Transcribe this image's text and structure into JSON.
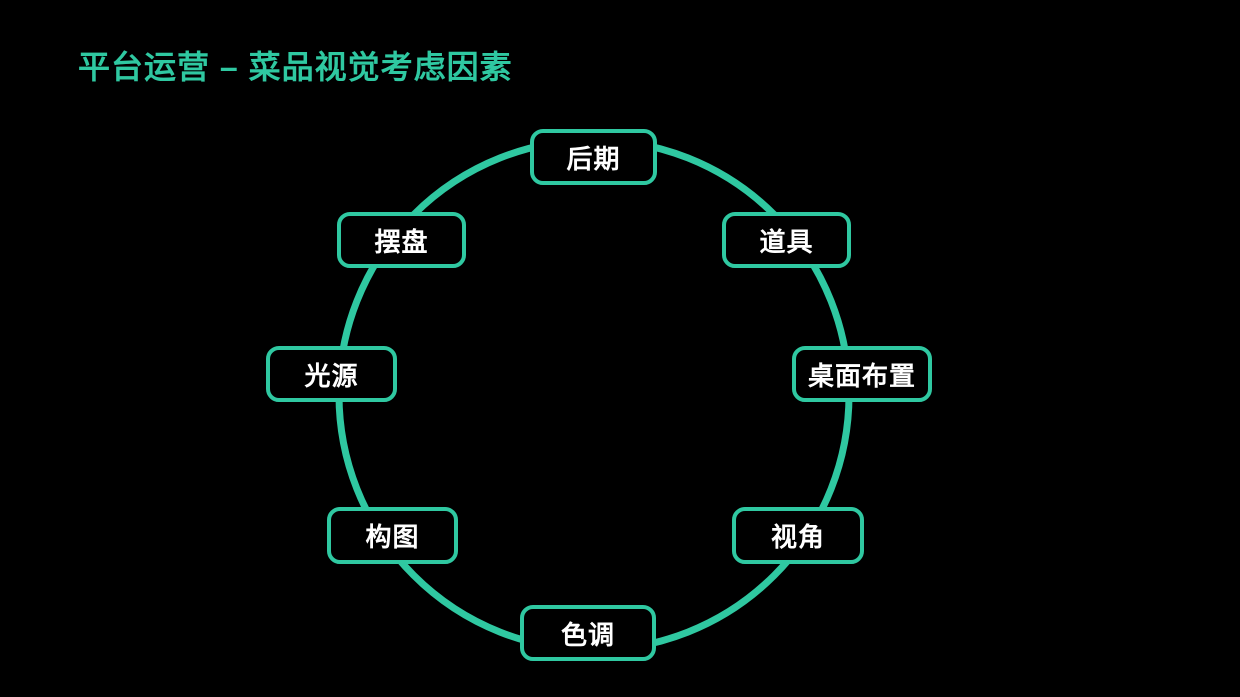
{
  "slide": {
    "title": "平台运营 – 菜品视觉考虑因素"
  },
  "colors": {
    "background": "#000000",
    "accent": "#2FC8A1",
    "node_fill": "#000000",
    "node_text": "#FFFFFF"
  },
  "diagram": {
    "type": "circular-cycle",
    "nodes": [
      {
        "id": "post-production",
        "label": "后期",
        "position": "top"
      },
      {
        "id": "props",
        "label": "道具",
        "position": "upper-right"
      },
      {
        "id": "table-setting",
        "label": "桌面布置",
        "position": "right"
      },
      {
        "id": "viewing-angle",
        "label": "视角",
        "position": "lower-right"
      },
      {
        "id": "color-tone",
        "label": "色调",
        "position": "bottom"
      },
      {
        "id": "composition",
        "label": "构图",
        "position": "lower-left"
      },
      {
        "id": "light-source",
        "label": "光源",
        "position": "left"
      },
      {
        "id": "plating",
        "label": "摆盘",
        "position": "upper-left"
      }
    ]
  }
}
